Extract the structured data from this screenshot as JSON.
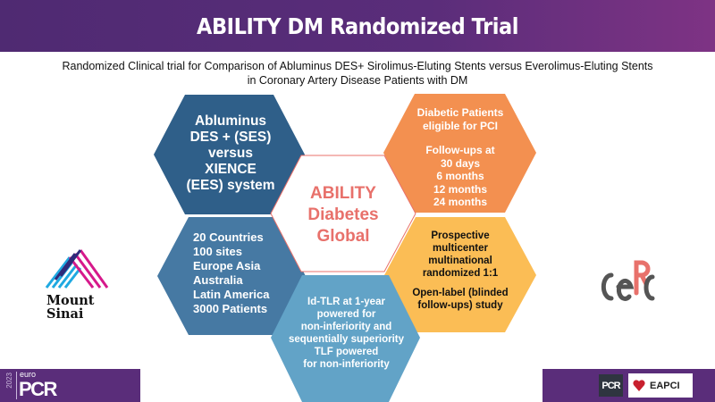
{
  "header": {
    "title": "ABILITY DM Randomized Trial"
  },
  "subtitle": {
    "line1": "Randomized Clinical trial for Comparison of Abluminus DES+ Sirolimus-Eluting Stents versus Everolimus-Eluting Stents",
    "line2": "in Coronary Artery Disease Patients with DM"
  },
  "colors": {
    "header": "#5a2d7a",
    "dark_blue": "#2f5f89",
    "mid_blue": "#4679a3",
    "light_blue": "#62a3c7",
    "orange": "#f39050",
    "yellow": "#fbbd55",
    "accent_red": "#e8716b"
  },
  "hexagons": {
    "devices": {
      "lines": [
        "Abluminus",
        "DES + (SES)",
        "versus",
        "XIENCE",
        "(EES) system"
      ]
    },
    "center": {
      "lines": [
        "ABILITY",
        "Diabetes",
        "Global"
      ]
    },
    "population": {
      "line1": "Diabetic Patients",
      "line2": "eligible for PCI",
      "followup": [
        "Follow-ups at",
        "30 days",
        "6 months",
        "12 months",
        "24 months"
      ]
    },
    "sites": {
      "lines": [
        "20 Countries",
        "100 sites",
        "Europe Asia",
        "Australia",
        "Latin America",
        "3000 Patients"
      ]
    },
    "design": {
      "lines": [
        "Prospective",
        "multicenter",
        "multinational",
        "randomized 1:1"
      ],
      "lines2": [
        "Open-label (blinded",
        "follow-ups) study"
      ]
    },
    "endpoints": {
      "lines": [
        "Id-TLR at 1-year",
        "powered for",
        "non-inferiority and",
        "sequentially superiority",
        "TLF powered",
        "for non-inferiority"
      ]
    }
  },
  "logos": {
    "mount_sinai": [
      "Mount",
      "Sinai"
    ],
    "cerc": "CERC",
    "europcr_year": "2023",
    "europcr_euro": "euro",
    "europcr_pcr": "PCR",
    "pcr": "PCR",
    "eapci": "EAPCI"
  }
}
